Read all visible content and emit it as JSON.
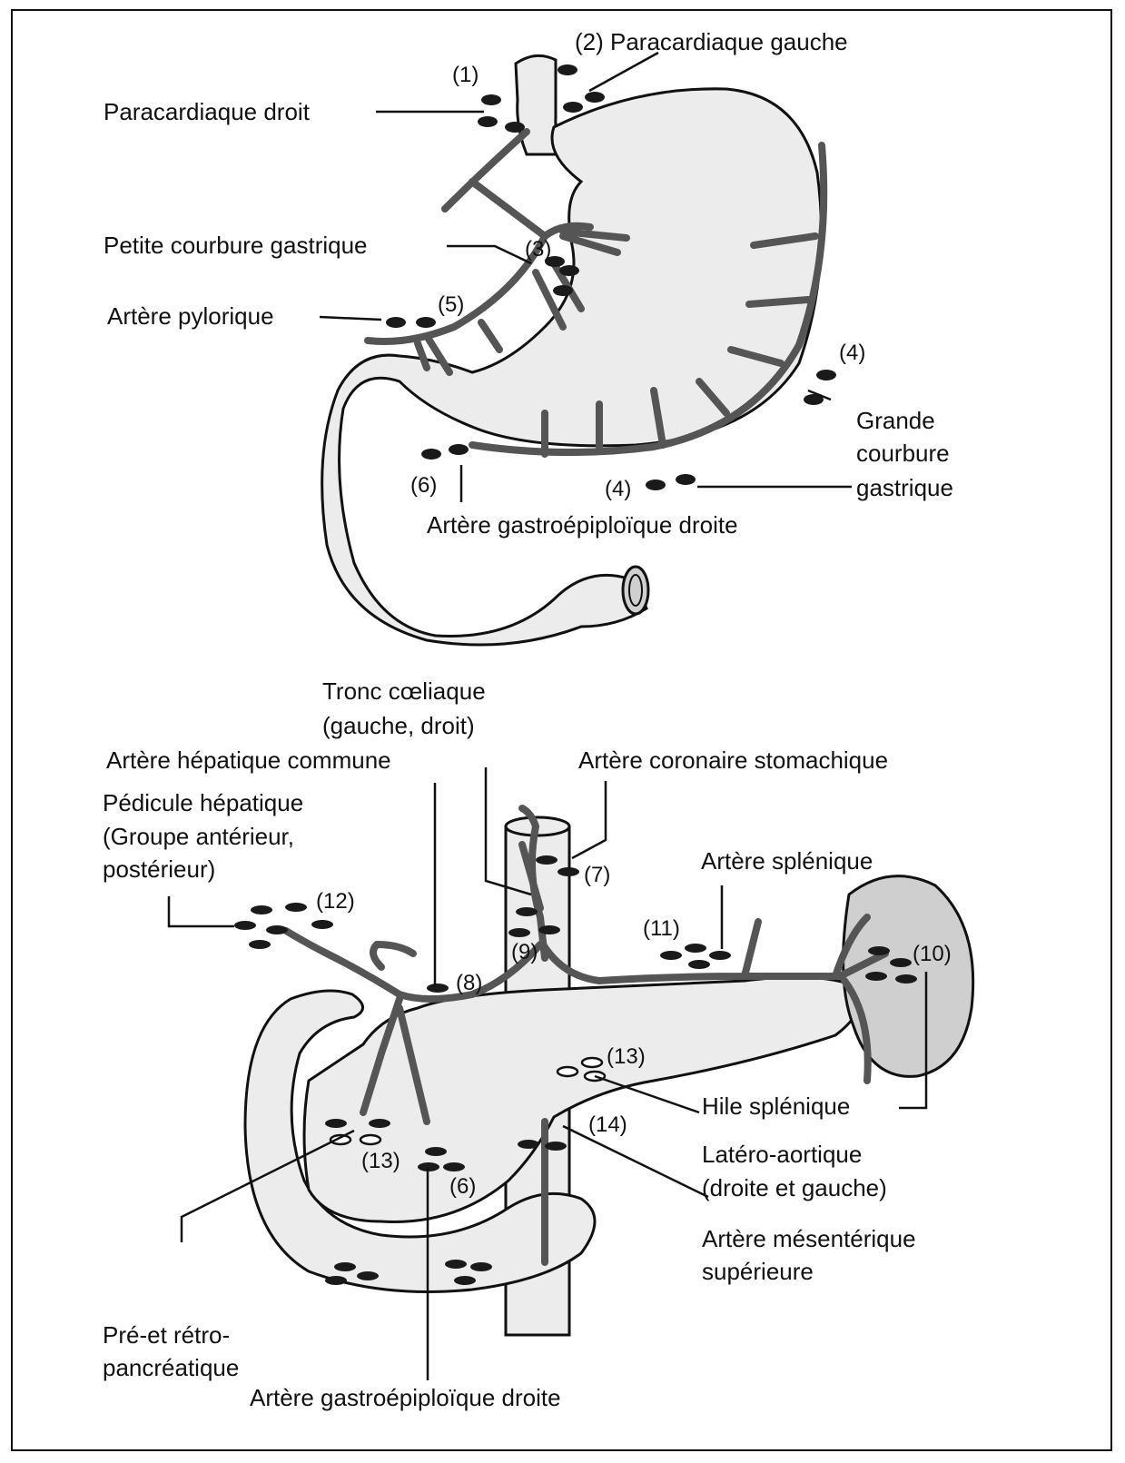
{
  "top_labels": {
    "paracardiaque_droit": "Paracardiaque droit",
    "paracardiaque_gauche": "(2) Paracardiaque gauche",
    "petite_courbure": "Petite courbure gastrique",
    "artere_pylorique": "Artère pylorique",
    "grande_courbure": [
      "Grande",
      "courbure",
      "gastrique"
    ],
    "gastroepiploique": "Artère gastroépiploïque droite"
  },
  "top_numbers": {
    "n1": "(1)",
    "n3": "(3)",
    "n5": "(5)",
    "n4a": "(4)",
    "n4b": "(4)",
    "n6": "(6)"
  },
  "bottom_labels": {
    "tronc_coeliaque": [
      "Tronc cœliaque",
      "(gauche, droit)"
    ],
    "hepatique_commune": "Artère hépatique commune",
    "coronaire_stomachique": "Artère coronaire stomachique",
    "pedicule_hepatique": [
      "Pédicule hépatique",
      "(Groupe antérieur,",
      "postérieur)"
    ],
    "splenique": "Artère splénique",
    "hile_splenique": "Hile splénique",
    "latero_aortique": [
      "Latéro-aortique",
      "(droite et gauche)"
    ],
    "mesenterique": [
      "Artère mésentérique",
      "supérieure"
    ],
    "pre_retro": [
      "Pré-et rétro-",
      "pancréatique"
    ],
    "gastroepiploique": "Artère gastroépiploïque droite"
  },
  "bottom_numbers": {
    "n7": "(7)",
    "n12": "(12)",
    "n11": "(11)",
    "n9": "(9)",
    "n8": "(8)",
    "n10": "(10)",
    "n13a": "(13)",
    "n14": "(14)",
    "n13b": "(13)",
    "n6": "(6)"
  },
  "colors": {
    "node": "#1a1a1a",
    "organ_fill": "#ececec",
    "vessel": "#555555"
  }
}
